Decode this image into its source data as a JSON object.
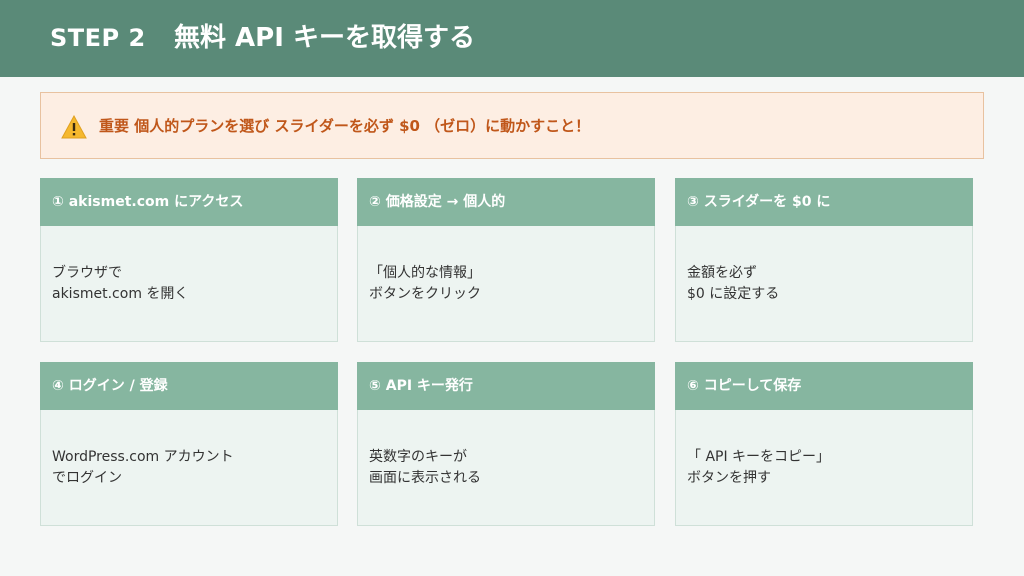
{
  "header": {
    "step_label": "STEP 2",
    "title": "無料 API キーを取得する"
  },
  "alert": {
    "icon": "warning-icon",
    "text": "重要 個人的プランを選び スライダーを必ず $0 （ゼロ）に動かすこと！",
    "accent_color": "#c0571a"
  },
  "cards": [
    {
      "title": "① akismet.com にアクセス",
      "body": "ブラウザで\nakismet.com を開く"
    },
    {
      "title": "② 価格設定 → 個人的",
      "body": "「個人的な情報」\nボタンをクリック"
    },
    {
      "title": "③ スライダーを $0 に",
      "body": "金額を必ず\n$0 に設定する"
    },
    {
      "title": "④ ログイン / 登録",
      "body": "WordPress.com アカウント\nでログイン"
    },
    {
      "title": "⑤ API キー発行",
      "body": "英数字のキーが\n画面に表示される"
    },
    {
      "title": "⑥ コピーして保存",
      "body": "「 API キーをコピー」\nボタンを押す"
    }
  ],
  "colors": {
    "header_bg": "#5a8a78",
    "card_head_bg": "#86b6a0",
    "card_bg": "#edf4f1",
    "alert_bg": "#fdeee3"
  }
}
